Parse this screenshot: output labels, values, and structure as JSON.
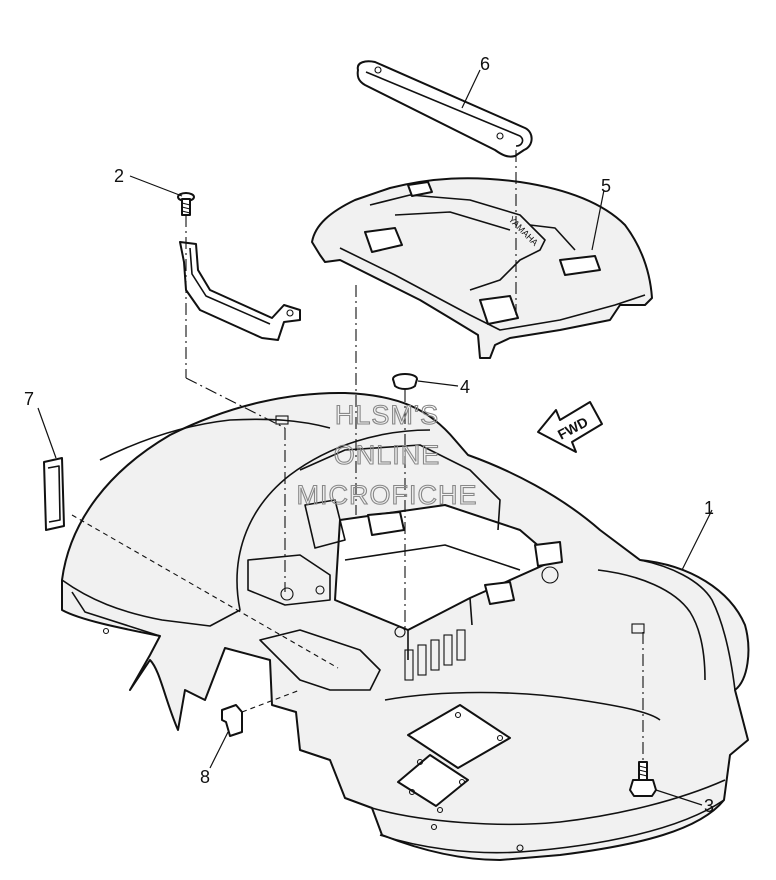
{
  "callouts": [
    "1",
    "2",
    "3",
    "4",
    "5",
    "6",
    "7",
    "8"
  ],
  "direction_arrow": {
    "label": "FWD"
  },
  "rack_logo": "YAMAHA",
  "watermark": [
    "HLSM'S",
    "ONLINE",
    "MICROFICHE"
  ]
}
